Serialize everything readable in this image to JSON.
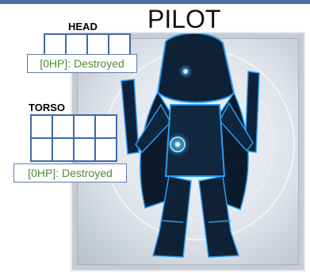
{
  "unit": {
    "name": "PILOT"
  },
  "head": {
    "label": "HEAD",
    "armor_boxes": 4,
    "status": "[0HP]: Destroyed"
  },
  "torso": {
    "label": "TORSO",
    "armor_boxes": 8,
    "status": "[0HP]: Destroyed"
  },
  "colors": {
    "accent": "#3f6aa8",
    "status_text": "#4f8a3a",
    "hologram": "#2a9df4"
  },
  "icons": {
    "portrait": "pilot-portrait"
  }
}
